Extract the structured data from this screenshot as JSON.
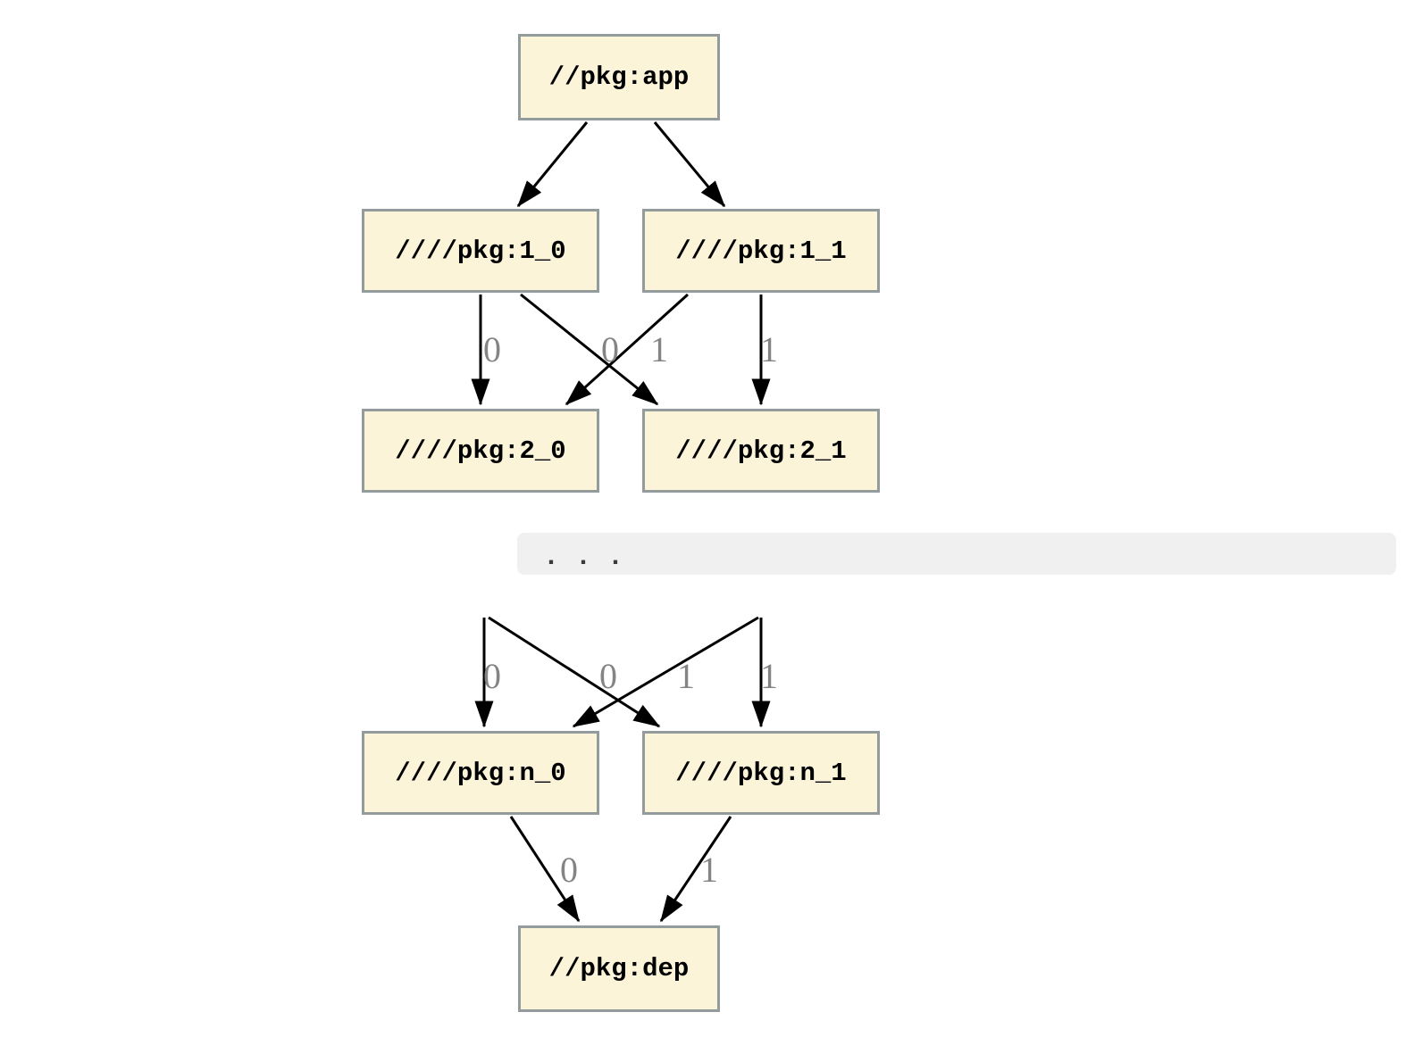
{
  "diagram": {
    "nodes": [
      {
        "id": "app",
        "label": "//pkg:app"
      },
      {
        "id": "1_0",
        "label": "////pkg:1_0"
      },
      {
        "id": "1_1",
        "label": "////pkg:1_1"
      },
      {
        "id": "2_0",
        "label": "////pkg:2_0"
      },
      {
        "id": "2_1",
        "label": "////pkg:2_1"
      },
      {
        "id": "n_0",
        "label": "////pkg:n_0"
      },
      {
        "id": "n_1",
        "label": "////pkg:n_1"
      },
      {
        "id": "dep",
        "label": "//pkg:dep"
      }
    ],
    "edges": [
      {
        "from": "//pkg:app",
        "to": "////pkg:1_0",
        "label": ""
      },
      {
        "from": "//pkg:app",
        "to": "////pkg:1_1",
        "label": ""
      },
      {
        "from": "////pkg:1_0",
        "to": "////pkg:2_0",
        "label": "0"
      },
      {
        "from": "////pkg:1_0",
        "to": "////pkg:2_1",
        "label": "1"
      },
      {
        "from": "////pkg:1_1",
        "to": "////pkg:2_0",
        "label": "0"
      },
      {
        "from": "////pkg:1_1",
        "to": "////pkg:2_1",
        "label": "1"
      },
      {
        "from": "...",
        "to": "////pkg:n_0",
        "label": "0"
      },
      {
        "from": "...",
        "to": "////pkg:n_1",
        "label": "1"
      },
      {
        "from": "...",
        "to": "////pkg:n_0",
        "label": "0"
      },
      {
        "from": "...",
        "to": "////pkg:n_1",
        "label": "1"
      },
      {
        "from": "////pkg:n_0",
        "to": "//pkg:dep",
        "label": "0"
      },
      {
        "from": "////pkg:n_1",
        "to": "//pkg:dep",
        "label": "1"
      }
    ],
    "ellipsis": ". . ."
  },
  "colors": {
    "background": "#ffffff",
    "node_fill": "#fcf4d9",
    "node_border": "#949b9d",
    "node_text": "#000000",
    "edge": "#000000",
    "edge_label": "#848484",
    "ellipsis_bg": "#f0f0f0",
    "ellipsis_text": "#3a3a3a"
  }
}
